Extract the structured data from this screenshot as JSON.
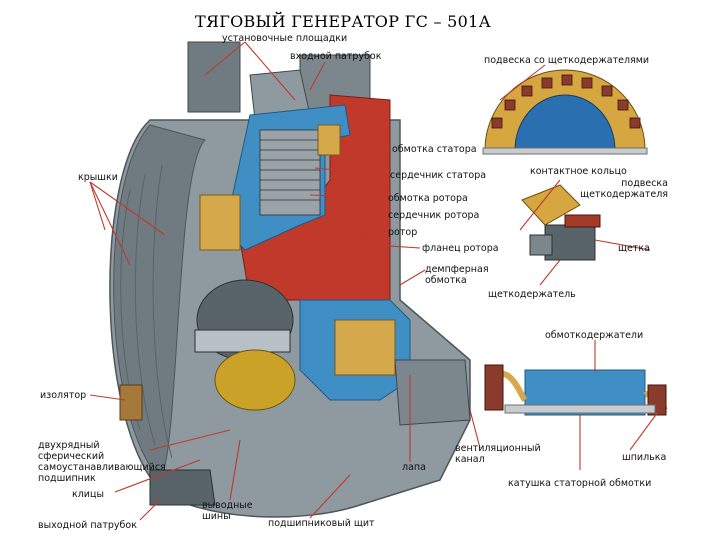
{
  "title": "ТЯГОВЫЙ   ГЕНЕРАТОР ГС – 501А",
  "labels": {
    "mounting_pads": "установочные площадки",
    "inlet_pipe": "входной патрубок",
    "brush_suspension": "подвеска со щеткодержателями",
    "stator_winding": "обмотка статора",
    "covers": "крышки",
    "stator_core": "сердечник статора",
    "slip_ring": "контактное кольцо",
    "brush_holder_suspension": "подвеска щеткодержателя",
    "rotor_winding": "обмотка ротора",
    "rotor_core": "сердечник ротора",
    "rotor": "ротор",
    "rotor_flange": "фланец ротора",
    "brush": "щетка",
    "damper_winding": "демпферная обмотка",
    "brush_holder": "щеткодержатель",
    "winding_holders": "обмоткодержатели",
    "insulator": "изолятор",
    "bearing": "двухрядный сферический самоустанавливающийся подшипник",
    "ventilation_channel": "вентиляционный канал",
    "stud": "шпилька",
    "paw": "лапа",
    "wedges": "клицы",
    "stator_coil": "катушка статорной обмотки",
    "outlet_buses": "выводные шины",
    "outlet_pipe": "выходной патрубок",
    "bearing_shield": "подшипниковый щит"
  },
  "colors": {
    "housing": "#8e9aa0",
    "housing_dark": "#5d686e",
    "frame_blue": "#3f8fc4",
    "rotor_red": "#c0392b",
    "copper": "#d4a84b",
    "leader": "#c0392b",
    "ring_blue": "#2a6fb0"
  }
}
